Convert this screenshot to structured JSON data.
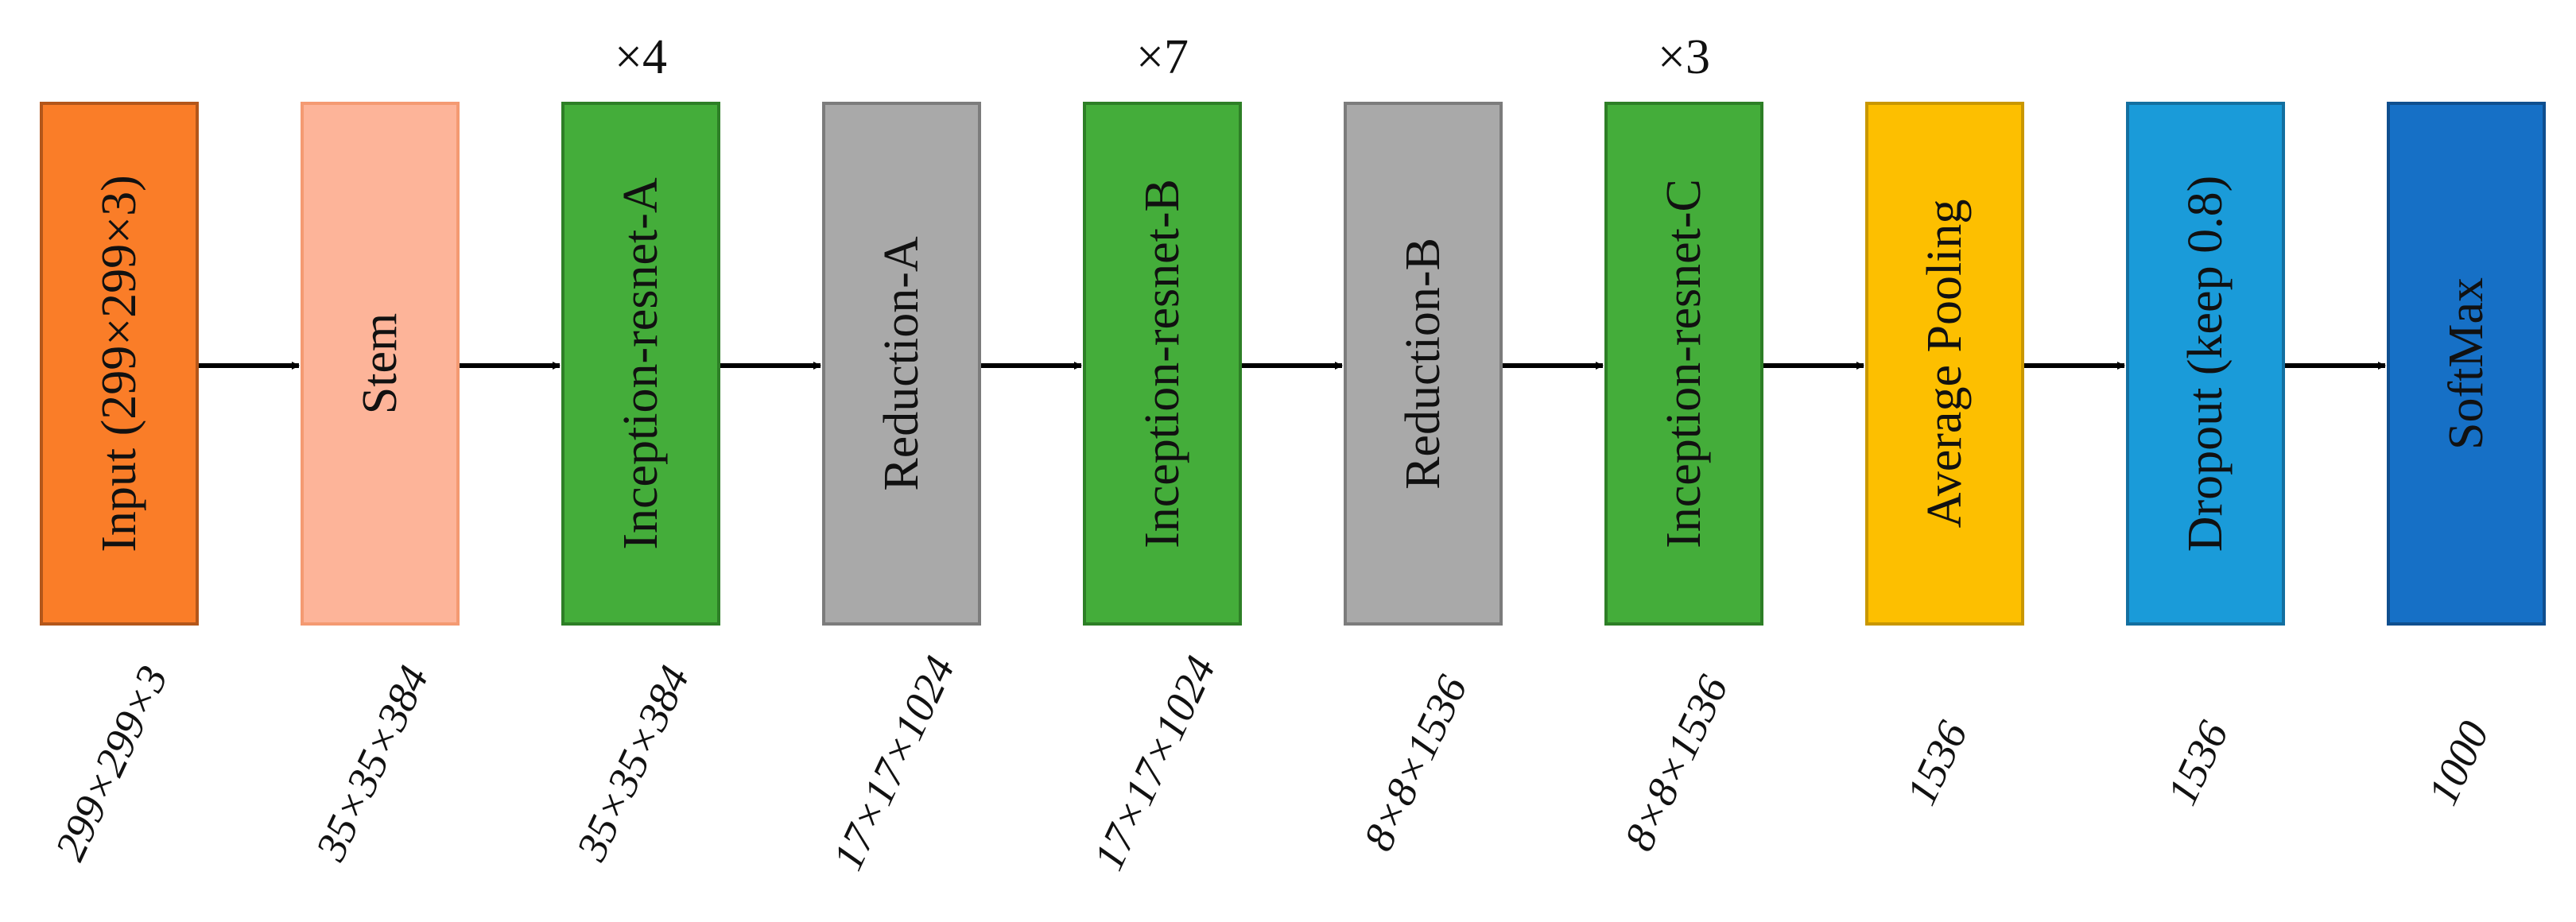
{
  "diagram": {
    "blocks": [
      {
        "label": "Input (299×299×3)",
        "dim": "299×299×3",
        "repeat": "",
        "fill": "#fa7d28",
        "stroke": "#b3561a"
      },
      {
        "label": "Stem",
        "dim": "35×35×384",
        "repeat": "",
        "fill": "#fdb499",
        "stroke": "#f49a72"
      },
      {
        "label": "Inception-resnet-A",
        "dim": "35×35×384",
        "repeat": "×4",
        "fill": "#44ad3a",
        "stroke": "#2d7f26"
      },
      {
        "label": "Reduction-A",
        "dim": "17×17×1024",
        "repeat": "",
        "fill": "#a9a9a9",
        "stroke": "#7c7c7c"
      },
      {
        "label": "Inception-resnet-B",
        "dim": "17×17×1024",
        "repeat": "×7",
        "fill": "#44ad3a",
        "stroke": "#2d7f26"
      },
      {
        "label": "Reduction-B",
        "dim": "8×8×1536",
        "repeat": "",
        "fill": "#a9a9a9",
        "stroke": "#7c7c7c"
      },
      {
        "label": "Inception-resnet-C",
        "dim": "8×8×1536",
        "repeat": "×3",
        "fill": "#44ad3a",
        "stroke": "#2d7f26"
      },
      {
        "label": "Average Pooling",
        "dim": "1536",
        "repeat": "",
        "fill": "#fdbf00",
        "stroke": "#c99700"
      },
      {
        "label": "Dropout (keep 0.8)",
        "dim": "1536",
        "repeat": "",
        "fill": "#1a9bd9",
        "stroke": "#136fa0"
      },
      {
        "label": "SoftMax",
        "dim": "1000",
        "repeat": "",
        "fill": "#1670c6",
        "stroke": "#0f4f8f"
      }
    ],
    "arrow_color": "#000000"
  }
}
